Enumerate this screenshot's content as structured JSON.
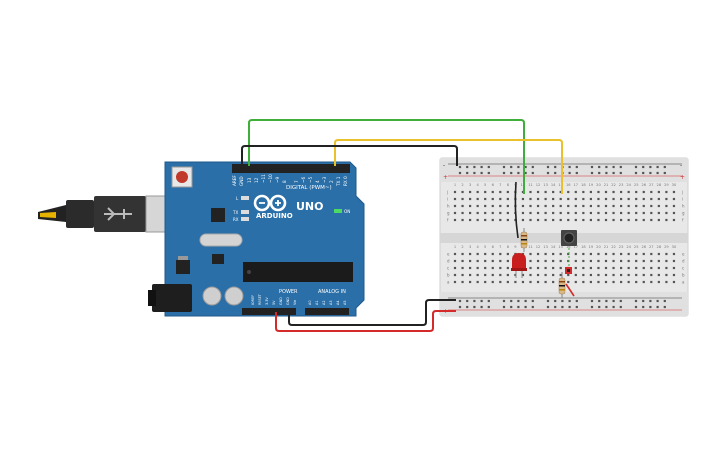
{
  "board": {
    "brand": "ARDUINO",
    "model": "UNO",
    "digital_label": "DIGITAL (PWM~)",
    "power_label": "POWER",
    "analog_label": "ANALOG IN",
    "on_label": "ON",
    "aref": "AREF",
    "gnd": "GND",
    "pin13": "13",
    "pin12": "12",
    "pin11": "~11",
    "pin10": "~10",
    "pin9": "~9",
    "pin8": "8",
    "pin7": "7",
    "pin6": "~6",
    "pin5": "~5",
    "pin4": "4",
    "pin3": "~3",
    "pin2": "2",
    "pin1": "TX 1",
    "pin0": "RX 0",
    "l_label": "L",
    "tx_label": "TX",
    "rx_label": "RX",
    "ioref": "IOREF",
    "reset": "RESET",
    "v33": "3.3V",
    "v5": "5V",
    "gnd1": "GND",
    "gnd2": "GND",
    "vin": "Vin",
    "a0": "A0",
    "a1": "A1",
    "a2": "A2",
    "a3": "A3",
    "a4": "A4",
    "a5": "A5"
  },
  "breadboard": {
    "minus": "-",
    "plus": "+",
    "rows_top": [
      "j",
      "i",
      "h",
      "g",
      "f"
    ],
    "rows_bottom": [
      "e",
      "d",
      "c",
      "b",
      "a"
    ],
    "col_numbers": [
      "1",
      "2",
      "3",
      "4",
      "5",
      "6",
      "7",
      "8",
      "9",
      "10",
      "11",
      "12",
      "13",
      "14",
      "15",
      "16",
      "17",
      "18",
      "19",
      "20",
      "21",
      "22",
      "23",
      "24",
      "25",
      "26",
      "27",
      "28",
      "29",
      "30"
    ]
  },
  "colors": {
    "board": "#2a6fa8",
    "board_dark": "#1f5a8a",
    "wire_green": "#3fae3b",
    "wire_yellow": "#e8c12c",
    "wire_black": "#222222",
    "wire_red": "#d42a2a",
    "breadboard": "#e8e8e8",
    "led": "#c81e1e"
  }
}
